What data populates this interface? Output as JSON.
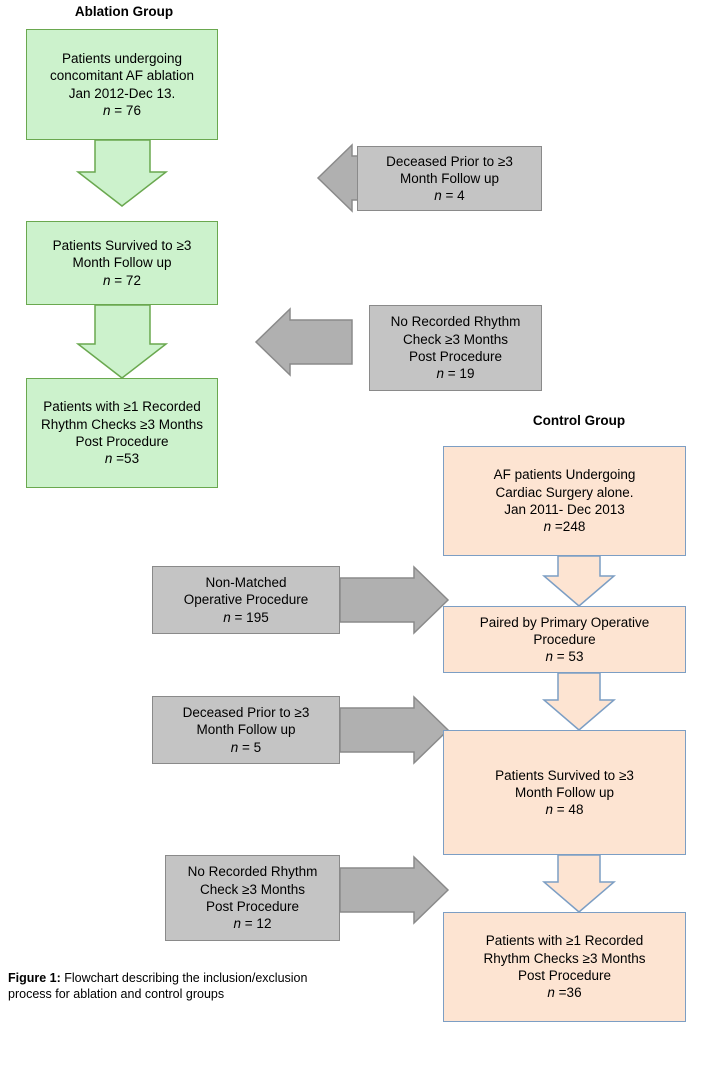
{
  "figure": {
    "caption_label": "Figure 1:",
    "caption_text": " Flowchart describing the inclusion/exclusion process for ablation and control groups"
  },
  "groups": {
    "ablation_title": "Ablation Group",
    "control_title": "Control Group"
  },
  "colors": {
    "ablation_fill": "#ccf2cc",
    "ablation_stroke": "#6aa84f",
    "exclusion_fill": "#c4c4c4",
    "exclusion_stroke": "#8a8a8a",
    "control_fill": "#fde4d2",
    "control_stroke": "#7c9ec4"
  },
  "ablation": {
    "box1": {
      "lines": [
        "Patients undergoing",
        "concomitant AF ablation",
        "Jan 2012-Dec 13."
      ],
      "n_prefix": "n",
      "n_value": " = 76"
    },
    "box2": {
      "lines": [
        "Patients Survived to ≥3",
        "Month Follow up"
      ],
      "n_prefix": "n",
      "n_value": " = 72"
    },
    "box3": {
      "lines": [
        "Patients with ≥1 Recorded",
        "Rhythm Checks ≥3 Months",
        "Post Procedure"
      ],
      "n_prefix": "n",
      "n_value": " =53"
    },
    "excl1": {
      "lines": [
        "Deceased Prior to ≥3",
        "Month Follow up"
      ],
      "n_prefix": "n",
      "n_value": " = 4"
    },
    "excl2": {
      "lines": [
        "No Recorded Rhythm",
        "Check ≥3 Months",
        "Post Procedure"
      ],
      "n_prefix": "n",
      "n_value": " = 19"
    }
  },
  "control": {
    "box1": {
      "lines": [
        "AF patients Undergoing",
        "Cardiac Surgery alone.",
        "Jan 2011- Dec 2013"
      ],
      "n_prefix": "n",
      "n_value": " =248"
    },
    "box2": {
      "lines": [
        "Paired by Primary Operative",
        "Procedure"
      ],
      "n_prefix": "n",
      "n_value": " = 53"
    },
    "box3": {
      "lines": [
        "Patients Survived to ≥3",
        "Month Follow up"
      ],
      "n_prefix": "n",
      "n_value": " = 48"
    },
    "box4": {
      "lines": [
        "Patients with ≥1 Recorded",
        "Rhythm Checks ≥3 Months",
        "Post Procedure"
      ],
      "n_prefix": "n",
      "n_value": " =36"
    },
    "excl1": {
      "lines": [
        "Non-Matched",
        "Operative Procedure"
      ],
      "n_prefix": "n",
      "n_value": " = 195"
    },
    "excl2": {
      "lines": [
        "Deceased Prior to ≥3",
        "Month Follow up"
      ],
      "n_prefix": "n",
      "n_value": " = 5"
    },
    "excl3": {
      "lines": [
        "No Recorded Rhythm",
        "Check ≥3 Months",
        "Post Procedure"
      ],
      "n_prefix": "n",
      "n_value": " = 12"
    }
  }
}
